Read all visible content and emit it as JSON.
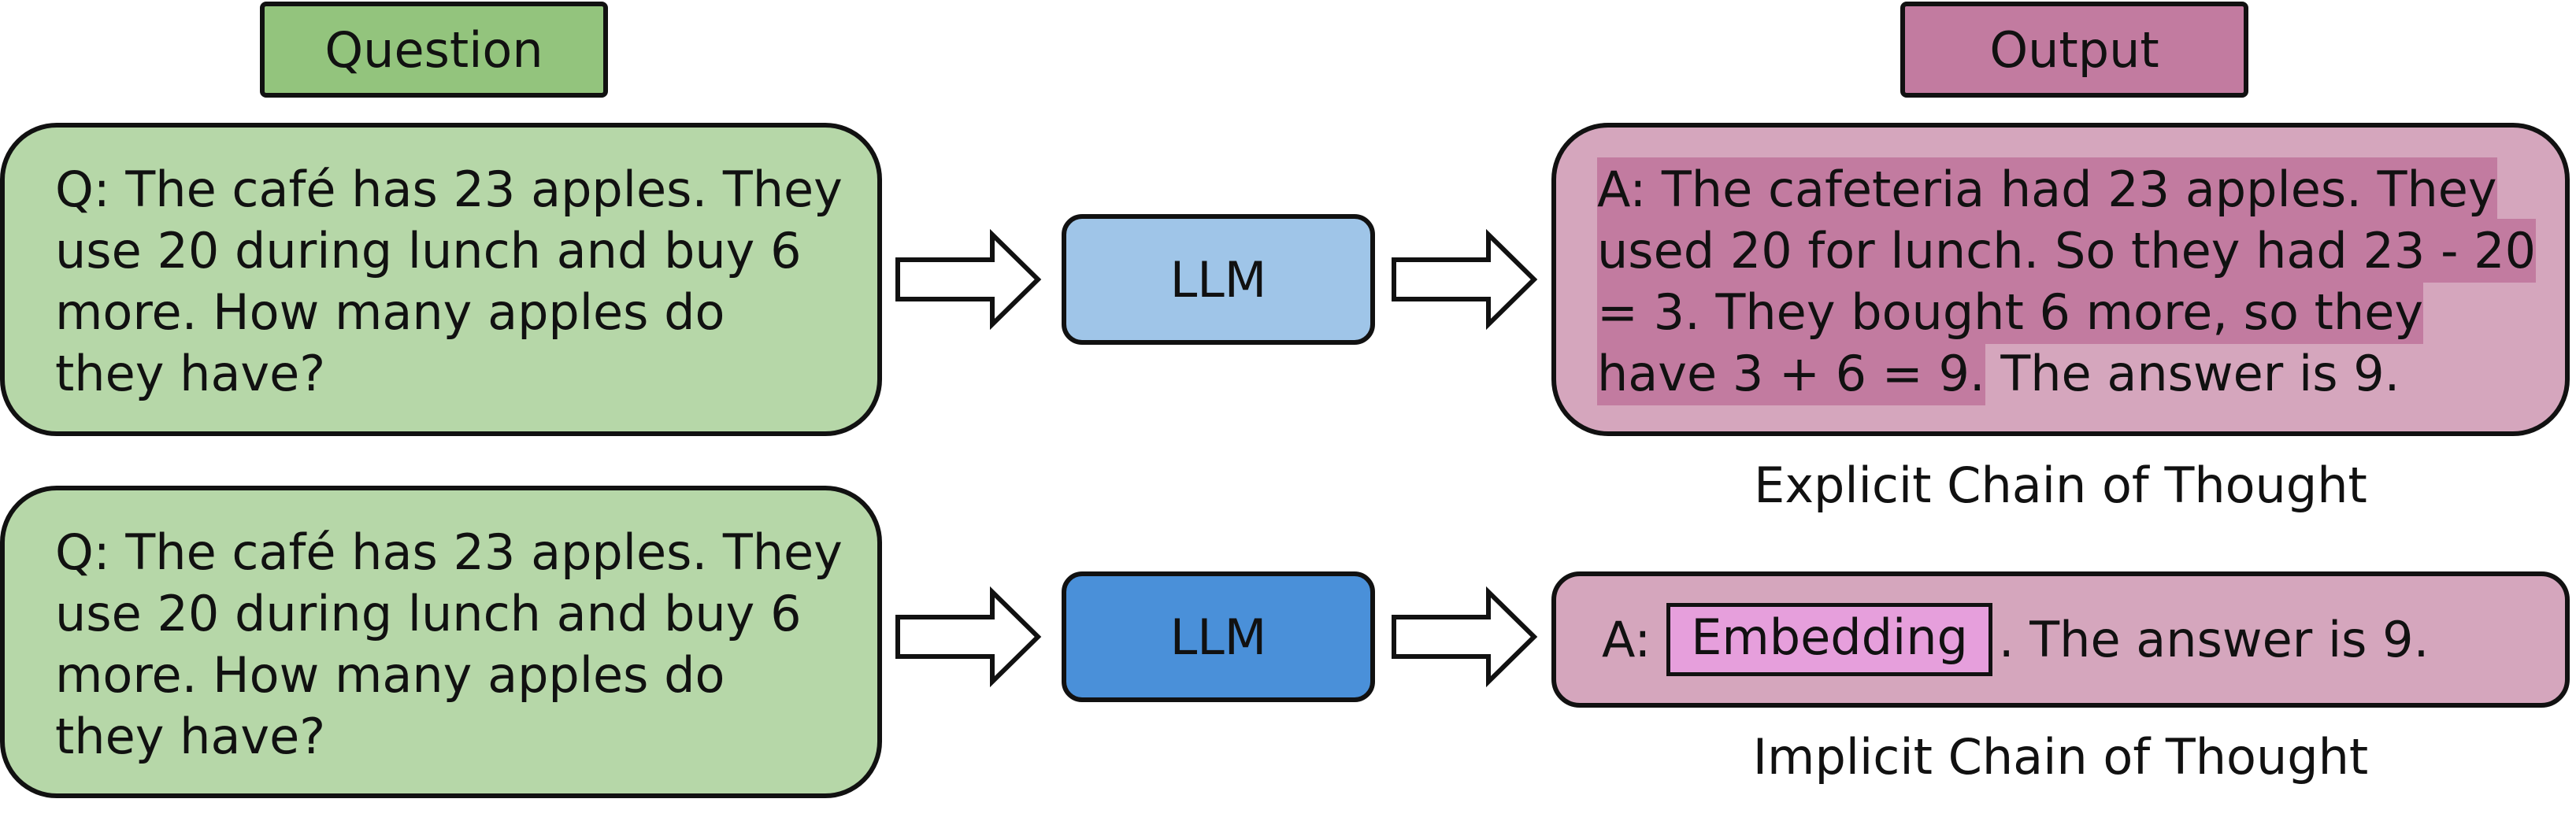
{
  "headers": {
    "question": "Question",
    "output": "Output"
  },
  "rows": [
    {
      "question": "Q: The café has 23 apples. They use 20 during lunch and buy 6 more. How many apples do they have?",
      "model": "LLM",
      "answer": {
        "prefix": "A: ",
        "reasoning": "The cafeteria had 23 apples. They used 20 for lunch. So they had 23 - 20 = 3. They bought 6 more, so they have 3 + 6 = 9.",
        "conclusion": " The answer is 9."
      },
      "caption": "Explicit Chain of Thought"
    },
    {
      "question": "Q: The café has 23 apples. They use 20 during lunch and buy 6 more. How many apples do they have?",
      "model": "LLM",
      "answer": {
        "prefix": "A:",
        "embedding": "Embedding",
        "conclusion": ". The answer is 9."
      },
      "caption": "Implicit Chain of Thought"
    }
  ],
  "colors": {
    "question_header": "#93c47d",
    "question_box": "#b6d7a8",
    "output_header": "#c27ba0",
    "answer_box": "#d5a6bd",
    "reasoning_highlight": "#c27ba0",
    "embedding_chip": "#e69fdc",
    "llm_explicit": "#9fc5e8",
    "llm_implicit": "#4a90d9"
  },
  "icons": [
    "right-arrow-icon"
  ]
}
